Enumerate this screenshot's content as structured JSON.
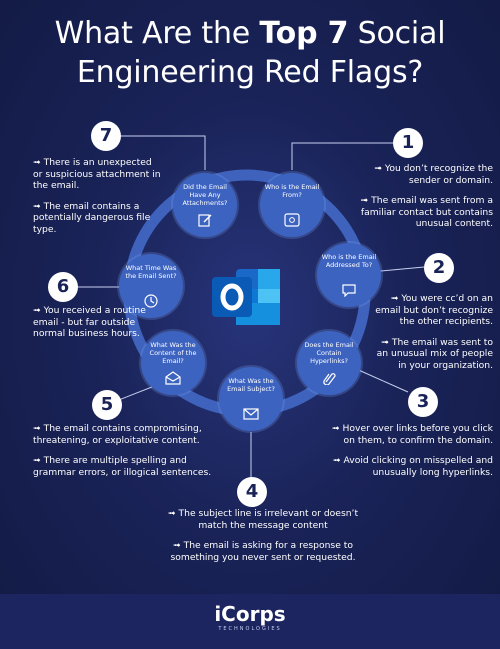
{
  "title": {
    "line1": "What Are the ",
    "bold": "Top 7",
    "line1_end": " Social",
    "line2": "Engineering Red Flags?"
  },
  "nodes": [
    {
      "question": "Who is the Email From?",
      "number": "1",
      "icon": "email-at-icon"
    },
    {
      "question": "Who is the Email Addressed To?",
      "number": "2",
      "icon": "speech-bubble-icon"
    },
    {
      "question": "Does the Email Contain Hyperlinks?",
      "number": "3",
      "icon": "paperclip-icon"
    },
    {
      "question": "What Was the Email Subject?",
      "number": "4",
      "icon": "envelope-icon"
    },
    {
      "question": "What Was the Content of the Email?",
      "number": "5",
      "icon": "open-envelope-icon"
    },
    {
      "question": "What Time Was the Email Sent?",
      "number": "6",
      "icon": "clock-icon"
    },
    {
      "question": "Did the Email Have Any Attachments?",
      "number": "7",
      "icon": "edit-document-icon"
    }
  ],
  "flags": {
    "f1": [
      "➟ You don’t recognize the sender or domain.",
      "➟ The email was sent from a familiar contact but contains unusual content."
    ],
    "f2": [
      "➟ You were cc’d on an email but don’t recognize the other recipients.",
      "➟ The email was sent to an unusual mix of people in your organization."
    ],
    "f3": [
      "➟ Hover over links before you click on them, to confirm the domain.",
      "➟ Avoid clicking on misspelled and unusually long hyperlinks."
    ],
    "f4": [
      "➟ The subject line is irrelevant or doesn’t match the message content",
      "➟ The email is asking for a response to something you never sent or requested."
    ],
    "f5": [
      "➟ The email contains compromising, threatening, or exploitative content.",
      "➟ There are multiple spelling and grammar errors, or illogical sentences."
    ],
    "f6": [
      "➟ You received a routine email - but far outside normal business hours."
    ],
    "f7": [
      "➟ There is an unexpected or suspicious attachment in the email.",
      "➟ The email contains a potentially dangerous file type."
    ]
  },
  "center_icon": "outlook-logo-icon",
  "colors": {
    "background": "#1a2358",
    "node": "#3d63c0",
    "ring": "#3f63bd",
    "number_bg": "#ffffff"
  },
  "footer": {
    "brand": "iCorps",
    "sub": "TECHNOLOGIES"
  }
}
